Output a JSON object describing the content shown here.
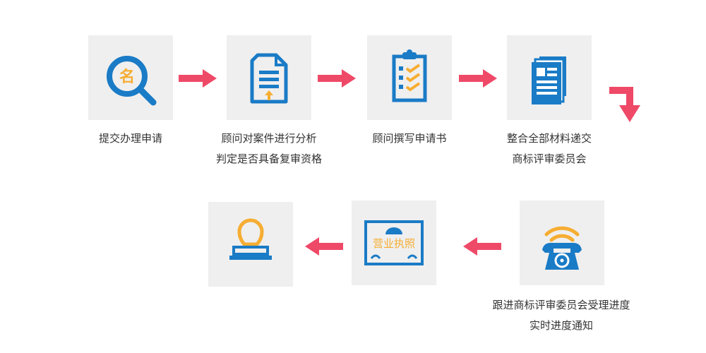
{
  "colors": {
    "blue": "#1a7bc6",
    "orange": "#f6ad32",
    "arrow": "#ef4968",
    "tile": "#efefef"
  },
  "steps": [
    {
      "icon": "magnifier-name-icon",
      "badge": "名",
      "lines": [
        "提交办理申请"
      ]
    },
    {
      "icon": "document-upload-icon",
      "lines": [
        "顾问对案件进行分析",
        "判定是否具备复审资格"
      ]
    },
    {
      "icon": "clipboard-checklist-icon",
      "lines": [
        "顾问撰写申请书"
      ]
    },
    {
      "icon": "document-stack-icon",
      "lines": [
        "整合全部材料递交",
        "商标评审委员会"
      ]
    },
    {
      "icon": "telephone-icon",
      "lines": [
        "跟进商标评审委员会受理进度",
        "实时进度通知"
      ]
    },
    {
      "icon": "business-license-icon",
      "badge": "营业执照",
      "lines": []
    },
    {
      "icon": "stamp-icon",
      "lines": []
    }
  ]
}
